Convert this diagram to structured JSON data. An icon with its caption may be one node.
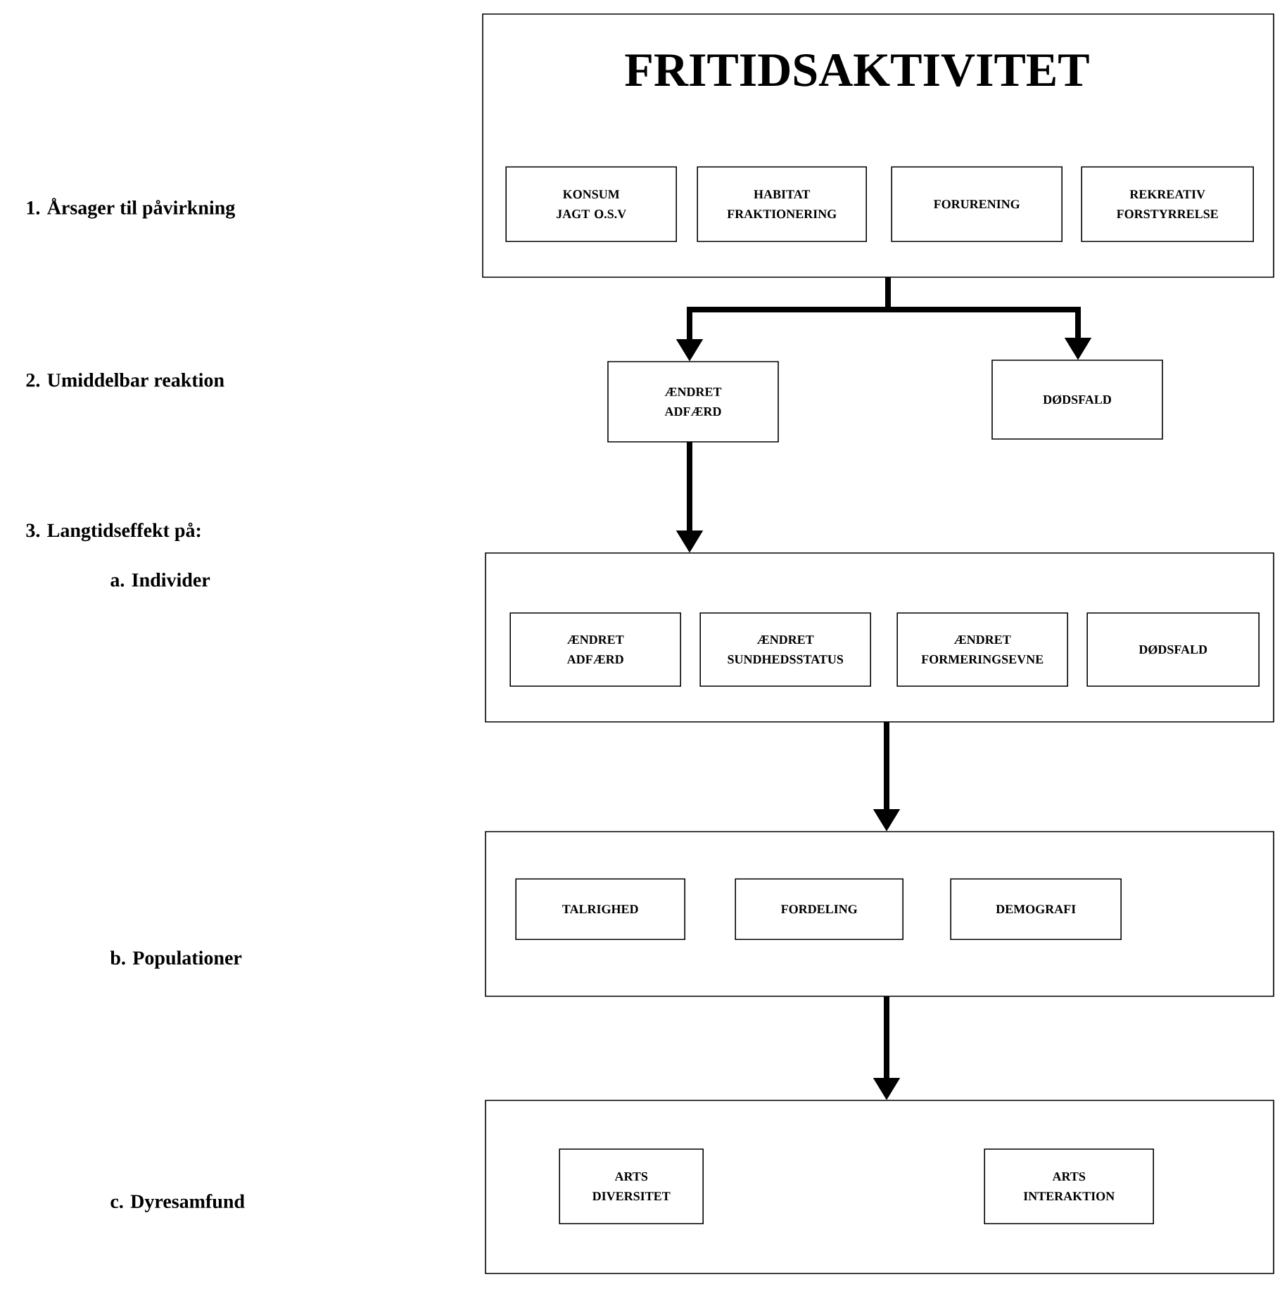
{
  "diagram": {
    "nodes": [
      {
        "text": [
          "FRITIDSAKTIVITET"
        ]
      },
      {
        "text": [
          "KONSUM JAGT O.S.V"
        ],
        "in": 0
      },
      {
        "text": [
          "HABITAT FRAKTIONERING"
        ],
        "in": 0
      },
      {
        "text": [
          "FORURENING"
        ],
        "in": 0
      },
      {
        "text": [
          "REKREATIV FORSTYRRELSE"
        ],
        "in": 0
      },
      {
        "text": [
          "ÆNDRET ADFÆRD"
        ]
      },
      {
        "text": [
          "DØDSFALD"
        ]
      },
      {
        "text": [],
        "shape": "box"
      },
      {
        "text": [
          "ÆNDRET ADFÆRD"
        ],
        "in": 7
      },
      {
        "text": [
          "ÆNDRET SUNDHEDSSTATUS"
        ],
        "in": 7
      },
      {
        "text": [
          "ÆNDRET FORMERINGSEVNE"
        ],
        "in": 7
      },
      {
        "text": [
          "DØDSFALD"
        ],
        "in": 7
      },
      {
        "text": [],
        "shape": "box"
      },
      {
        "text": [
          "TALRIGHED"
        ],
        "in": 12
      },
      {
        "text": [
          "FORDELING"
        ],
        "in": 12
      },
      {
        "text": [
          "DEMOGRAFI"
        ],
        "in": 12
      },
      {
        "text": [],
        "shape": "box"
      },
      {
        "text": [
          "ARTS DIVERSITET"
        ],
        "in": 16
      },
      {
        "text": [
          "ARTS INTERAKTION"
        ],
        "in": 16
      }
    ],
    "edges": [
      {
        "from": 0,
        "to": 5,
        "arrow": "to"
      },
      {
        "from": 0,
        "to": 6,
        "arrow": "to"
      },
      {
        "from": 5,
        "to": 7,
        "arrow": "to"
      },
      {
        "from": 7,
        "to": 12,
        "arrow": "to"
      },
      {
        "from": 12,
        "to": 16,
        "arrow": "to"
      }
    ],
    "labels": [
      "1. Årsager til påvirkning",
      "2. Umiddelbar reaktion",
      "3. Langtidseffekt på:",
      "a. Individer",
      "b. Populationer",
      "c. Dyresamfund"
    ]
  }
}
